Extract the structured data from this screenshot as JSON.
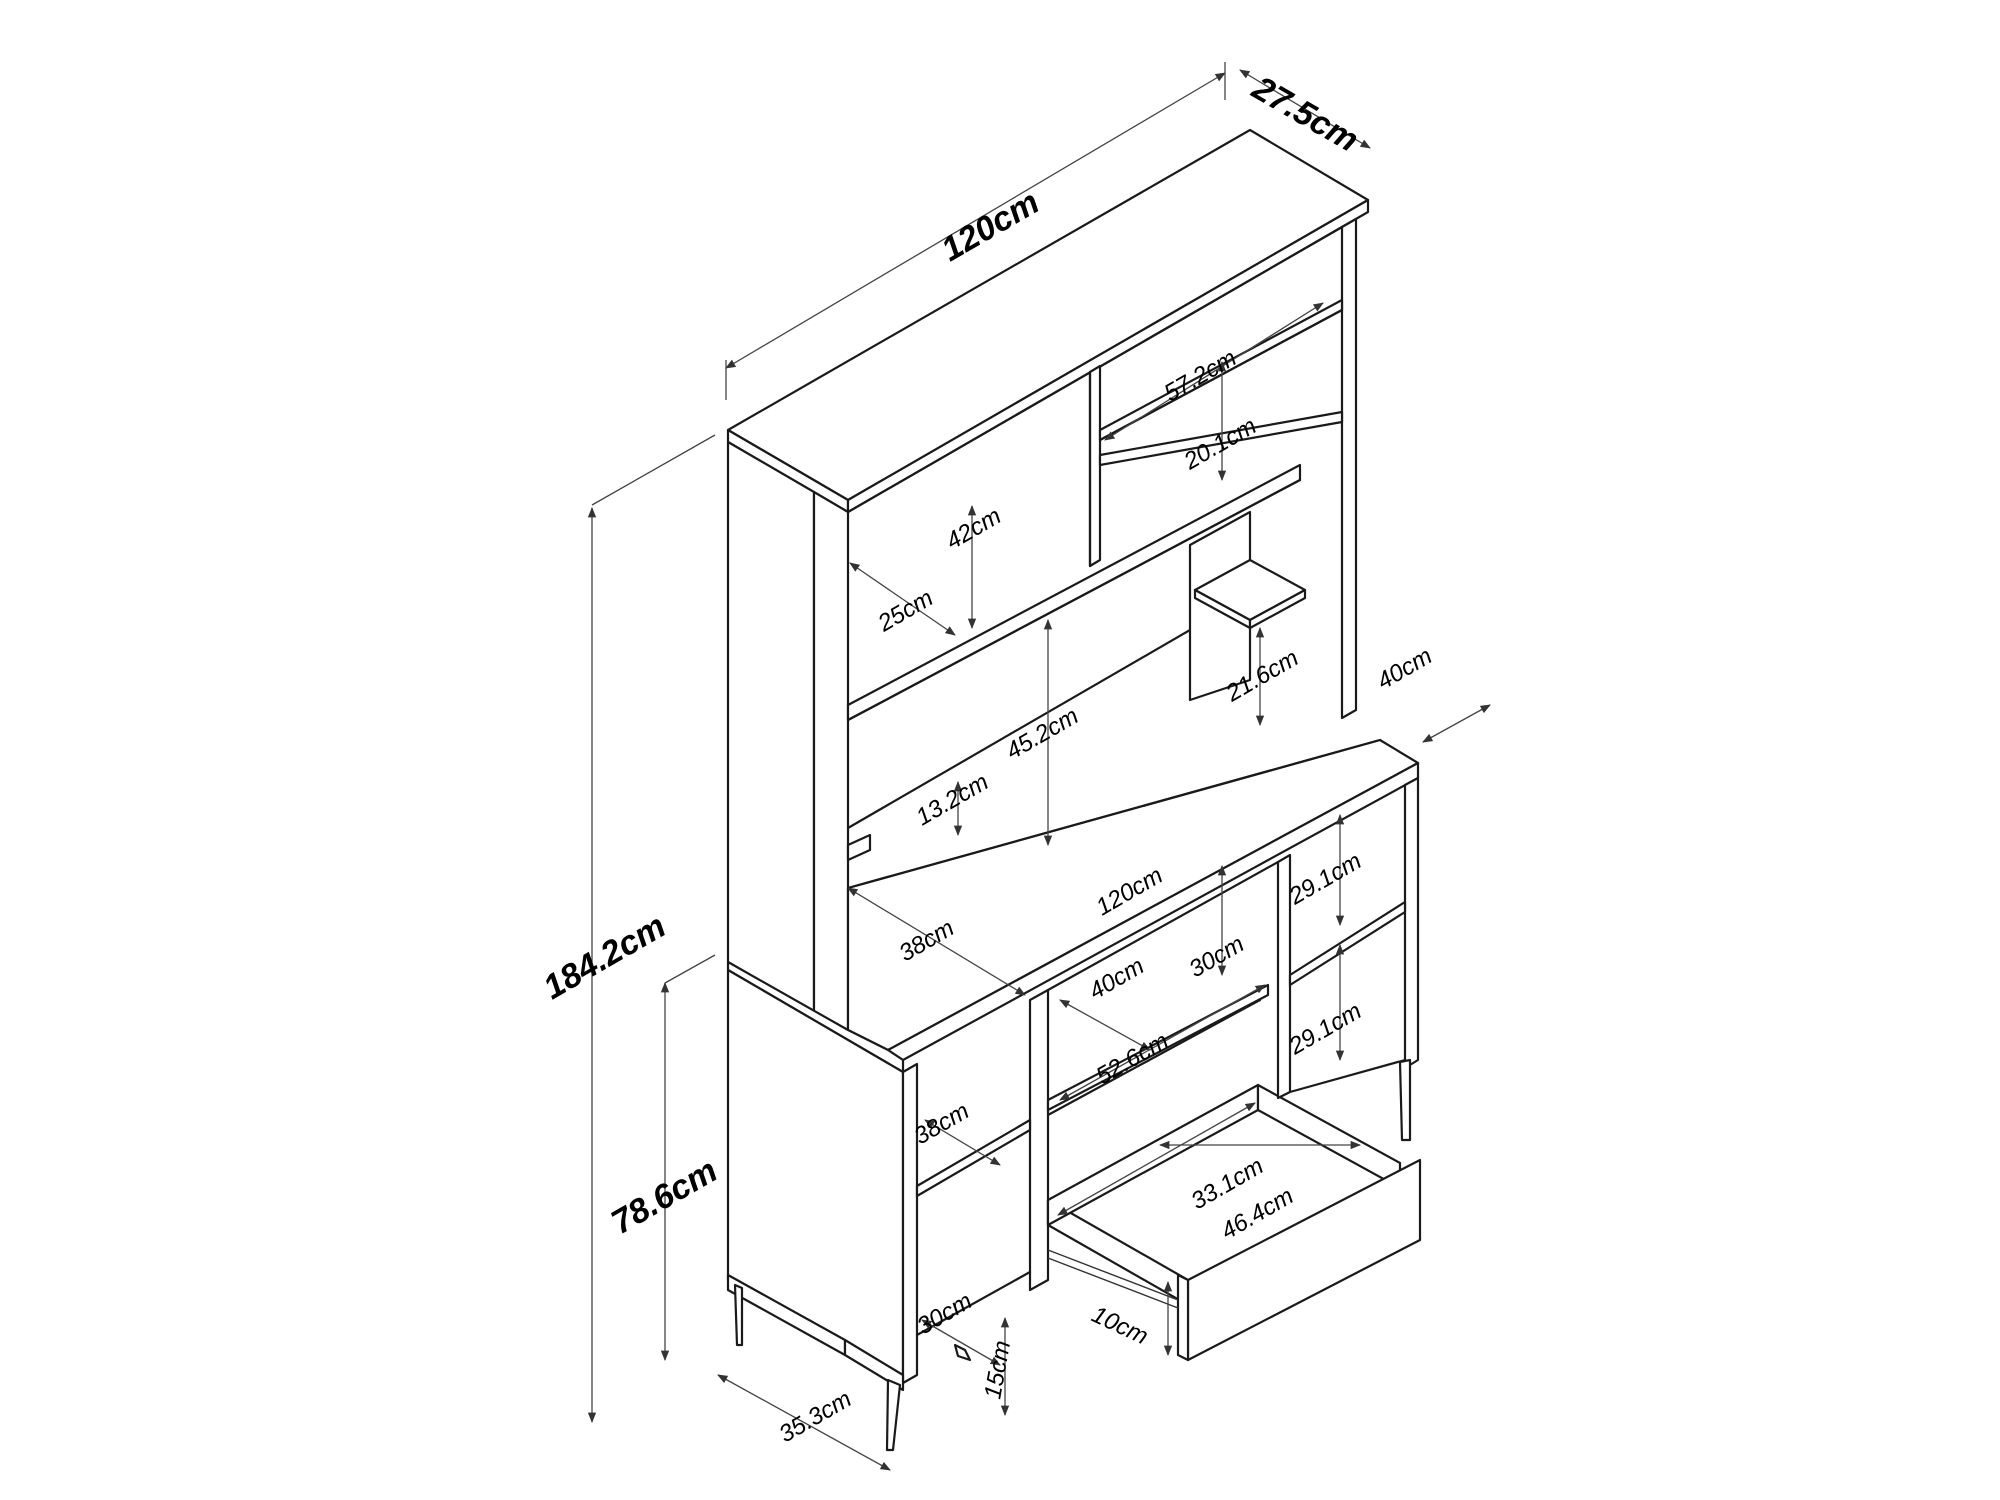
{
  "labels": {
    "top_depth": "27.5cm",
    "top_width": "120cm",
    "total_height": "184.2cm",
    "base_height": "78.6cm",
    "right_shelf_width": "57.2cm",
    "right_shelf_height": "20.1cm",
    "left_cubby_height": "42cm",
    "left_cubby_depth": "25cm",
    "right_depth": "40cm",
    "side_shelf_height": "21.6cm",
    "middle_height": "45.2cm",
    "small_gap": "13.2cm",
    "desk_width": "120cm",
    "desk_depth": "38cm",
    "desk_clearance": "30cm",
    "right_cube_top": "29.1cm",
    "right_cube_bottom": "29.1cm",
    "drawer_depth": "40cm",
    "drawer_width": "52.6cm",
    "left_shelf_depth": "38cm",
    "drawer_inner_depth": "33.1cm",
    "drawer_inner_width": "46.4cm",
    "drawer_height": "10cm",
    "left_bottom_depth": "30cm",
    "leg_height": "15cm",
    "base_depth": "35.3cm"
  }
}
